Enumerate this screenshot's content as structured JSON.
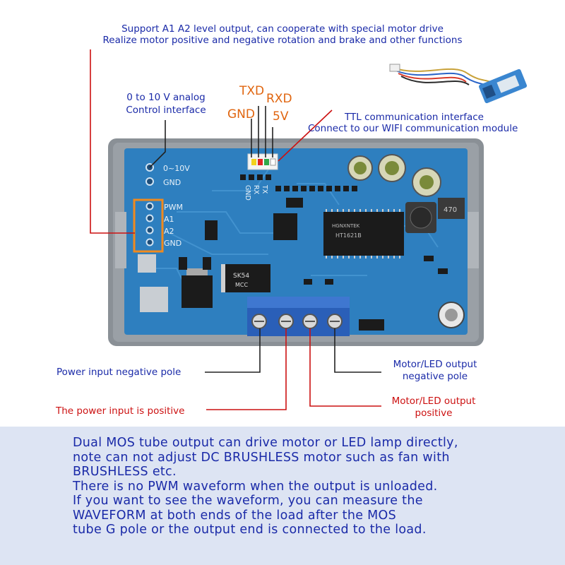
{
  "top_callout": {
    "line1": "Support A1 A2 level output, can cooperate with special motor drive",
    "line2": "Realize motor positive and negative rotation and brake and other functions"
  },
  "analog_interface": {
    "line1": "0 to 10 V analog",
    "line2": "Control interface"
  },
  "uart_pins": {
    "txd": "TXD",
    "rxd": "RXD",
    "gnd": "GND",
    "v5": "5V"
  },
  "ttl_interface": {
    "line1": "TTL communication interface",
    "line2": "Connect to our WIFI communication module"
  },
  "board_silkscreen": {
    "analog_top": "0~10V",
    "analog_gnd": "GND",
    "pwm": "PWM",
    "a1": "A1",
    "a2": "A2",
    "gnd": "GND",
    "rx": "RX",
    "tx": "TX",
    "gnd2": "GND",
    "chip": "HT1621B",
    "chip_brand": "HGNXNTEK",
    "diode": "SK54",
    "diode_brand": "MCC",
    "inductor": "470"
  },
  "terminals": {
    "power_negative": "Power input negative pole",
    "power_positive": "The power input is positive",
    "motor_negative_line1": "Motor/LED output",
    "motor_negative_line2": "negative pole",
    "motor_positive_line1": "Motor/LED output",
    "motor_positive_line2": "positive"
  },
  "notes": [
    "Dual MOS tube output can drive motor or LED lamp directly,",
    "note can not adjust DC BRUSHLESS motor such as fan with",
    "BRUSHLESS etc.",
    "There is no PWM waveform when the output is unloaded.",
    "If you want to see the waveform, you can measure the",
    "WAVEFORM at both ends of the load after the MOS",
    "tube G pole or the output end is connected to the load."
  ],
  "colors": {
    "annotation_blue": "#1a2aa8",
    "annotation_red": "#cc1111",
    "pin_orange": "#e0650f",
    "pcb_blue": "#2e7fbf",
    "panel_bg": "#dde4f3"
  }
}
